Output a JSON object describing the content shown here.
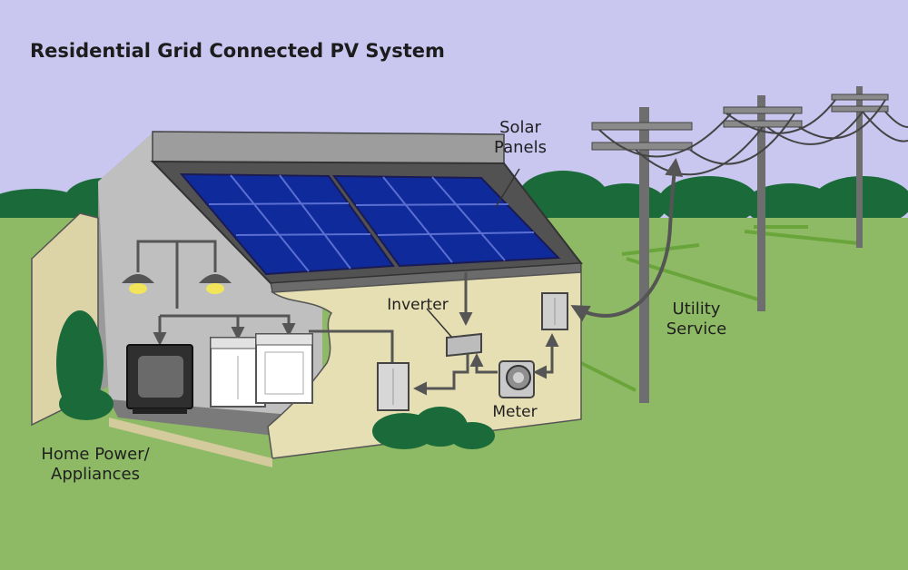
{
  "title": "Residential Grid Connected PV System",
  "labels": {
    "solar_panels": [
      "Solar",
      "Panels"
    ],
    "inverter": "Inverter",
    "meter": "Meter",
    "utility_service": [
      "Utility",
      "Service"
    ],
    "home_power": [
      "Home Power/",
      "Appliances"
    ]
  },
  "colors": {
    "sky": "#c9c6ef",
    "grass": "#8fba65",
    "trees": "#1b6b3a",
    "wall": "#e7dfb4",
    "roof": "#525252",
    "panel": "#0f2a9a",
    "wire": "#555555",
    "pole": "#6e6e6e"
  }
}
